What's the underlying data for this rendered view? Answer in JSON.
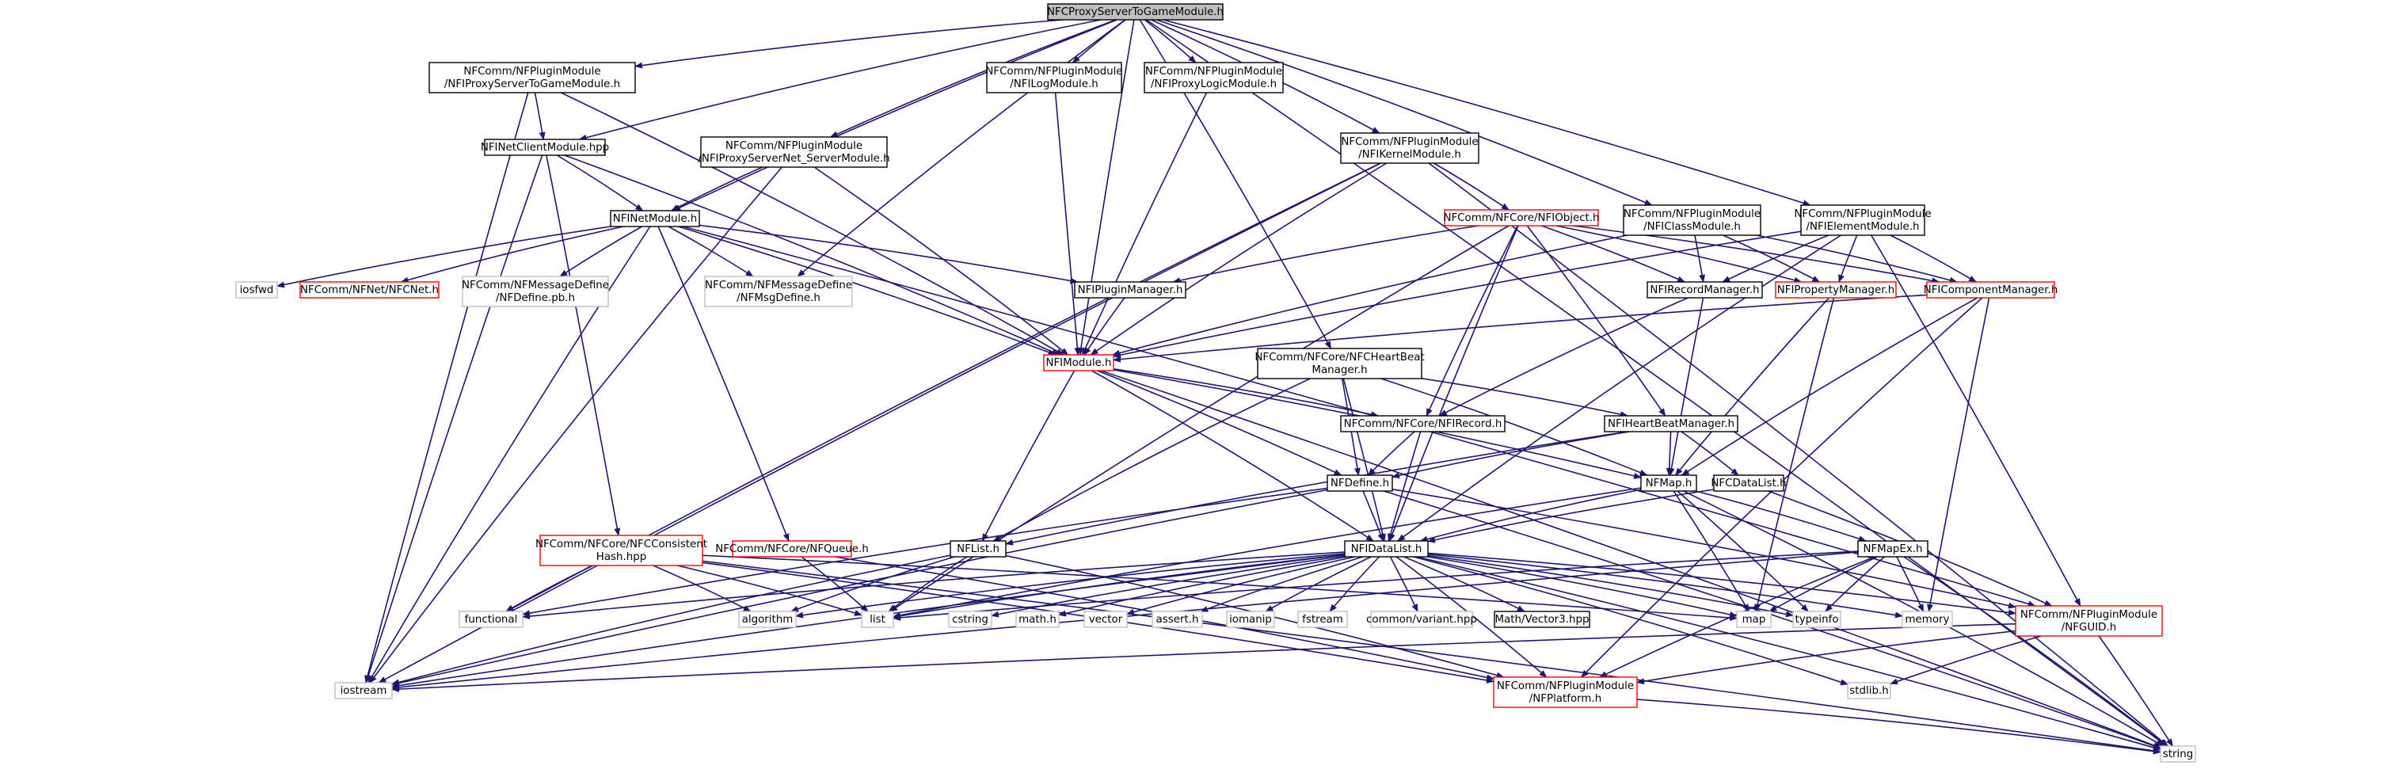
{
  "colors": {
    "edge": "#191970",
    "root_fill": "#bfbfbf",
    "documented_border": "#000000",
    "undocumented_border": "#ff0000",
    "external_border": "#bfbfbf",
    "background": "#ffffff"
  },
  "nodes": [
    {
      "id": "root",
      "kind": "root",
      "lines": [
        "NFCProxyServerToGameModule.h"
      ]
    },
    {
      "id": "proxyToGame",
      "kind": "doc",
      "lines": [
        "NFComm/NFPluginModule",
        "/NFIProxyServerToGameModule.h"
      ]
    },
    {
      "id": "logModule",
      "kind": "doc",
      "lines": [
        "NFComm/NFPluginModule",
        "/NFILogModule.h"
      ]
    },
    {
      "id": "proxyLogic",
      "kind": "doc",
      "lines": [
        "NFComm/NFPluginModule",
        "/NFIProxyLogicModule.h"
      ]
    },
    {
      "id": "netClient",
      "kind": "doc",
      "lines": [
        "NFINetClientModule.hpp"
      ]
    },
    {
      "id": "proxyServerNet",
      "kind": "doc",
      "lines": [
        "NFComm/NFPluginModule",
        "/NFIProxyServerNet_ServerModule.h"
      ]
    },
    {
      "id": "kernel",
      "kind": "doc",
      "lines": [
        "NFComm/NFPluginModule",
        "/NFIKernelModule.h"
      ]
    },
    {
      "id": "classModule",
      "kind": "doc",
      "lines": [
        "NFComm/NFPluginModule",
        "/NFIClassModule.h"
      ]
    },
    {
      "id": "elementModule",
      "kind": "doc",
      "lines": [
        "NFComm/NFPluginModule",
        "/NFIElementModule.h"
      ]
    },
    {
      "id": "netModule",
      "kind": "doc",
      "lines": [
        "NFINetModule.h"
      ]
    },
    {
      "id": "iobject",
      "kind": "red",
      "lines": [
        "NFComm/NFCore/NFIObject.h"
      ]
    },
    {
      "id": "iosfwd",
      "kind": "ext",
      "lines": [
        "iosfwd"
      ]
    },
    {
      "id": "nfnet",
      "kind": "red",
      "lines": [
        "NFComm/NFNet/NFCNet.h"
      ]
    },
    {
      "id": "nfdefinepb",
      "kind": "ext",
      "lines": [
        "NFComm/NFMessageDefine",
        "/NFDefine.pb.h"
      ]
    },
    {
      "id": "msgdefine",
      "kind": "ext",
      "lines": [
        "NFComm/NFMessageDefine",
        "/NFMsgDefine.h"
      ]
    },
    {
      "id": "pluginManager",
      "kind": "doc",
      "lines": [
        "NFIPluginManager.h"
      ]
    },
    {
      "id": "recordManager",
      "kind": "doc",
      "lines": [
        "NFIRecordManager.h"
      ]
    },
    {
      "id": "propertyManager",
      "kind": "red",
      "lines": [
        "NFIPropertyManager.h"
      ]
    },
    {
      "id": "componentManager",
      "kind": "red",
      "lines": [
        "NFIComponentManager.h"
      ]
    },
    {
      "id": "imodule",
      "kind": "red",
      "lines": [
        "NFIModule.h"
      ]
    },
    {
      "id": "heartBeat",
      "kind": "doc",
      "lines": [
        "NFComm/NFCore/NFCHeartBeat",
        "Manager.h"
      ]
    },
    {
      "id": "irecord",
      "kind": "doc",
      "lines": [
        "NFComm/NFCore/NFIRecord.h"
      ]
    },
    {
      "id": "iheartbeat",
      "kind": "doc",
      "lines": [
        "NFIHeartBeatManager.h"
      ]
    },
    {
      "id": "nfdefine",
      "kind": "doc",
      "lines": [
        "NFDefine.h"
      ]
    },
    {
      "id": "nfmap",
      "kind": "doc",
      "lines": [
        "NFMap.h"
      ]
    },
    {
      "id": "datalistC",
      "kind": "doc",
      "lines": [
        "NFCDataList.h"
      ]
    },
    {
      "id": "consistent",
      "kind": "red",
      "lines": [
        "NFComm/NFCore/NFCConsistent",
        "Hash.hpp"
      ]
    },
    {
      "id": "queue",
      "kind": "red",
      "lines": [
        "NFComm/NFCore/NFQueue.h"
      ]
    },
    {
      "id": "nflist",
      "kind": "doc",
      "lines": [
        "NFList.h"
      ]
    },
    {
      "id": "datalist",
      "kind": "doc",
      "lines": [
        "NFIDataList.h"
      ]
    },
    {
      "id": "mapex",
      "kind": "doc",
      "lines": [
        "NFMapEx.h"
      ]
    },
    {
      "id": "functional",
      "kind": "ext",
      "lines": [
        "functional"
      ]
    },
    {
      "id": "algorithm",
      "kind": "ext",
      "lines": [
        "algorithm"
      ]
    },
    {
      "id": "list",
      "kind": "ext",
      "lines": [
        "list"
      ]
    },
    {
      "id": "cstring",
      "kind": "ext",
      "lines": [
        "cstring"
      ]
    },
    {
      "id": "mathh",
      "kind": "ext",
      "lines": [
        "math.h"
      ]
    },
    {
      "id": "vector",
      "kind": "ext",
      "lines": [
        "vector"
      ]
    },
    {
      "id": "asserth",
      "kind": "ext",
      "lines": [
        "assert.h"
      ]
    },
    {
      "id": "iomanip",
      "kind": "ext",
      "lines": [
        "iomanip"
      ]
    },
    {
      "id": "fstream",
      "kind": "ext",
      "lines": [
        "fstream"
      ]
    },
    {
      "id": "variant",
      "kind": "ext",
      "lines": [
        "common/variant.hpp"
      ]
    },
    {
      "id": "vector3",
      "kind": "doc",
      "lines": [
        "Math/Vector3.hpp"
      ]
    },
    {
      "id": "map",
      "kind": "ext",
      "lines": [
        "map"
      ]
    },
    {
      "id": "typeinfo",
      "kind": "ext",
      "lines": [
        "typeinfo"
      ]
    },
    {
      "id": "memory",
      "kind": "ext",
      "lines": [
        "memory"
      ]
    },
    {
      "id": "guid",
      "kind": "red",
      "lines": [
        "NFComm/NFPluginModule",
        "/NFGUID.h"
      ]
    },
    {
      "id": "iostream",
      "kind": "ext",
      "lines": [
        "iostream"
      ]
    },
    {
      "id": "platform",
      "kind": "red",
      "lines": [
        "NFComm/NFPluginModule",
        "/NFPlatform.h"
      ]
    },
    {
      "id": "stdlib",
      "kind": "ext",
      "lines": [
        "stdlib.h"
      ]
    },
    {
      "id": "string",
      "kind": "ext",
      "lines": [
        "string"
      ]
    }
  ],
  "edges": [
    [
      "root",
      "proxyToGame"
    ],
    [
      "root",
      "logModule"
    ],
    [
      "root",
      "proxyLogic"
    ],
    [
      "root",
      "netClient"
    ],
    [
      "root",
      "proxyServerNet"
    ],
    [
      "root",
      "kernel"
    ],
    [
      "root",
      "classModule"
    ],
    [
      "root",
      "elementModule"
    ],
    [
      "root",
      "netModule"
    ],
    [
      "root",
      "msgdefine"
    ],
    [
      "root",
      "imodule"
    ],
    [
      "root",
      "heartBeat"
    ],
    [
      "root",
      "string"
    ],
    [
      "proxyToGame",
      "netClient"
    ],
    [
      "proxyToGame",
      "imodule"
    ],
    [
      "proxyToGame",
      "iostream"
    ],
    [
      "logModule",
      "imodule"
    ],
    [
      "proxyLogic",
      "imodule"
    ],
    [
      "netClient",
      "netModule"
    ],
    [
      "netClient",
      "imodule"
    ],
    [
      "netClient",
      "consistent"
    ],
    [
      "netClient",
      "iostream"
    ],
    [
      "proxyServerNet",
      "netModule"
    ],
    [
      "proxyServerNet",
      "imodule"
    ],
    [
      "proxyServerNet",
      "iostream"
    ],
    [
      "kernel",
      "iobject"
    ],
    [
      "kernel",
      "imodule"
    ],
    [
      "kernel",
      "functional"
    ],
    [
      "kernel",
      "iostream"
    ],
    [
      "kernel",
      "string"
    ],
    [
      "classModule",
      "recordManager"
    ],
    [
      "classModule",
      "propertyManager"
    ],
    [
      "classModule",
      "componentManager"
    ],
    [
      "classModule",
      "imodule"
    ],
    [
      "elementModule",
      "recordManager"
    ],
    [
      "elementModule",
      "propertyManager"
    ],
    [
      "elementModule",
      "componentManager"
    ],
    [
      "elementModule",
      "imodule"
    ],
    [
      "elementModule",
      "guid"
    ],
    [
      "elementModule",
      "datalist"
    ],
    [
      "netModule",
      "iosfwd"
    ],
    [
      "netModule",
      "nfnet"
    ],
    [
      "netModule",
      "nfdefinepb"
    ],
    [
      "netModule",
      "msgdefine"
    ],
    [
      "netModule",
      "pluginManager"
    ],
    [
      "netModule",
      "imodule"
    ],
    [
      "netModule",
      "queue"
    ],
    [
      "netModule",
      "guid"
    ],
    [
      "netModule",
      "iostream"
    ],
    [
      "iobject",
      "recordManager"
    ],
    [
      "iobject",
      "propertyManager"
    ],
    [
      "iobject",
      "componentManager"
    ],
    [
      "iobject",
      "pluginManager"
    ],
    [
      "iobject",
      "irecord"
    ],
    [
      "iobject",
      "iheartbeat"
    ],
    [
      "iobject",
      "datalist"
    ],
    [
      "iobject",
      "list"
    ],
    [
      "pluginManager",
      "imodule"
    ],
    [
      "recordManager",
      "irecord"
    ],
    [
      "recordManager",
      "nfmap"
    ],
    [
      "propertyManager",
      "nfmap"
    ],
    [
      "propertyManager",
      "map"
    ],
    [
      "componentManager",
      "nfmap"
    ],
    [
      "componentManager",
      "memory"
    ],
    [
      "componentManager",
      "imodule"
    ],
    [
      "componentManager",
      "platform"
    ],
    [
      "imodule",
      "nfmap"
    ],
    [
      "imodule",
      "nfdefine"
    ],
    [
      "imodule",
      "nflist"
    ],
    [
      "imodule",
      "datalist"
    ],
    [
      "imodule",
      "irecord"
    ],
    [
      "imodule",
      "string"
    ],
    [
      "heartBeat",
      "iheartbeat"
    ],
    [
      "heartBeat",
      "nfdefine"
    ],
    [
      "heartBeat",
      "datalist"
    ],
    [
      "heartBeat",
      "nflist"
    ],
    [
      "heartBeat",
      "nfmap"
    ],
    [
      "irecord",
      "nfdefine"
    ],
    [
      "irecord",
      "datalist"
    ],
    [
      "iheartbeat",
      "nfdefine"
    ],
    [
      "iheartbeat",
      "nfmap"
    ],
    [
      "iheartbeat",
      "datalistC"
    ],
    [
      "iheartbeat",
      "nflist"
    ],
    [
      "nfdefine",
      "datalist"
    ],
    [
      "nfdefine",
      "iostream"
    ],
    [
      "nfdefine",
      "guid"
    ],
    [
      "nfdefine",
      "functional"
    ],
    [
      "nfdefine",
      "string"
    ],
    [
      "nfmap",
      "mapex"
    ],
    [
      "nfmap",
      "map"
    ],
    [
      "nfmap",
      "list"
    ],
    [
      "nfmap",
      "typeinfo"
    ],
    [
      "nfmap",
      "datalist"
    ],
    [
      "nfmap",
      "string"
    ],
    [
      "datalistC",
      "datalist"
    ],
    [
      "datalistC",
      "guid"
    ],
    [
      "consistent",
      "functional"
    ],
    [
      "consistent",
      "algorithm"
    ],
    [
      "consistent",
      "list"
    ],
    [
      "consistent",
      "map"
    ],
    [
      "consistent",
      "platform"
    ],
    [
      "consistent",
      "string"
    ],
    [
      "queue",
      "list"
    ],
    [
      "queue",
      "platform"
    ],
    [
      "nflist",
      "list"
    ],
    [
      "nflist",
      "algorithm"
    ],
    [
      "nflist",
      "iostream"
    ],
    [
      "nflist",
      "platform"
    ],
    [
      "datalist",
      "cstring"
    ],
    [
      "datalist",
      "mathh"
    ],
    [
      "datalist",
      "vector"
    ],
    [
      "datalist",
      "asserth"
    ],
    [
      "datalist",
      "iomanip"
    ],
    [
      "datalist",
      "fstream"
    ],
    [
      "datalist",
      "variant"
    ],
    [
      "datalist",
      "vector3"
    ],
    [
      "datalist",
      "map"
    ],
    [
      "datalist",
      "typeinfo"
    ],
    [
      "datalist",
      "memory"
    ],
    [
      "datalist",
      "guid"
    ],
    [
      "datalist",
      "platform"
    ],
    [
      "datalist",
      "list"
    ],
    [
      "datalist",
      "algorithm"
    ],
    [
      "datalist",
      "functional"
    ],
    [
      "datalist",
      "iostream"
    ],
    [
      "datalist",
      "stdlib"
    ],
    [
      "datalist",
      "string"
    ],
    [
      "mapex",
      "map"
    ],
    [
      "mapex",
      "list"
    ],
    [
      "mapex",
      "typeinfo"
    ],
    [
      "mapex",
      "memory"
    ],
    [
      "mapex",
      "iostream"
    ],
    [
      "mapex",
      "platform"
    ],
    [
      "mapex",
      "string"
    ],
    [
      "guid",
      "platform"
    ],
    [
      "guid",
      "stdlib"
    ],
    [
      "guid",
      "iostream"
    ],
    [
      "guid",
      "string"
    ],
    [
      "platform",
      "string"
    ]
  ]
}
